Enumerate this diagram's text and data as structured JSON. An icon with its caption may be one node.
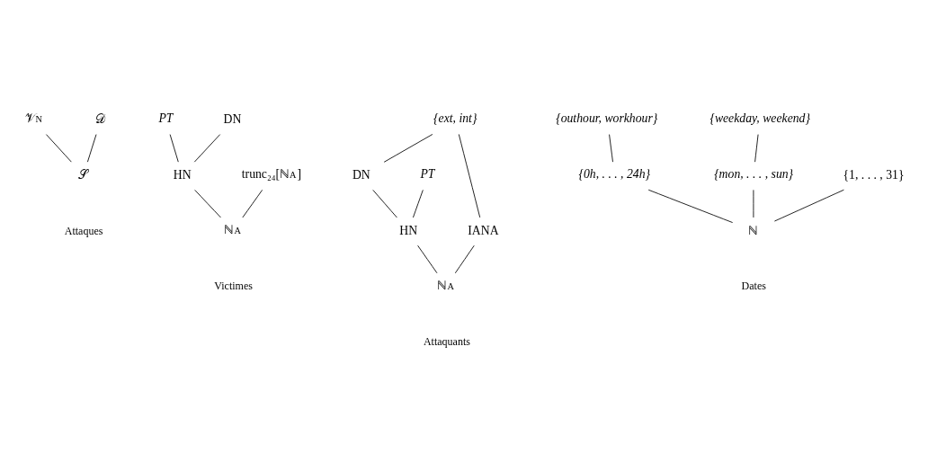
{
  "diagram": {
    "nodes": [
      {
        "text": [
          "𝒱$_{N}$"
        ]
      },
      {
        "text": [
          "𝒟"
        ]
      },
      {
        "text": [
          "𝒮"
        ]
      },
      {
        "text": [
          "PT"
        ]
      },
      {
        "text": [
          "DN"
        ]
      },
      {
        "text": [
          "trunc₂₄[ℕ$_{A}$]"
        ]
      },
      {
        "text": [
          "HN"
        ]
      },
      {
        "text": [
          "ℕ$_{A}$"
        ]
      },
      {
        "text": [
          "{ext, int}"
        ]
      },
      {
        "text": [
          "PT"
        ]
      },
      {
        "text": [
          "DN"
        ]
      },
      {
        "text": [
          "IANA"
        ]
      },
      {
        "text": [
          "HN"
        ]
      },
      {
        "text": [
          "ℕ$_{A}$"
        ]
      },
      {
        "text": [
          "{outhour, workhour}"
        ]
      },
      {
        "text": [
          "{weekday, weekend}"
        ]
      },
      {
        "text": [
          "{0h, . . . , 24h}"
        ]
      },
      {
        "text": [
          "{mon, . . . , sun}"
        ]
      },
      {
        "text": [
          "{1, . . . , 31}"
        ]
      },
      {
        "text": [
          "ℕ"
        ]
      }
    ],
    "edges": [
      {
        "from": 0,
        "to": 2,
        "arrow": "none"
      },
      {
        "from": 1,
        "to": 2,
        "arrow": "none"
      },
      {
        "from": 3,
        "to": 6,
        "arrow": "none"
      },
      {
        "from": 4,
        "to": 6,
        "arrow": "none"
      },
      {
        "from": 5,
        "to": 7,
        "arrow": "none"
      },
      {
        "from": 6,
        "to": 7,
        "arrow": "none"
      },
      {
        "from": 8,
        "to": 11,
        "arrow": "none"
      },
      {
        "from": 8,
        "to": 10,
        "arrow": "none"
      },
      {
        "from": 9,
        "to": 12,
        "arrow": "none"
      },
      {
        "from": 10,
        "to": 12,
        "arrow": "none"
      },
      {
        "from": 11,
        "to": 13,
        "arrow": "none"
      },
      {
        "from": 12,
        "to": 13,
        "arrow": "none"
      },
      {
        "from": 14,
        "to": 16,
        "arrow": "none"
      },
      {
        "from": 15,
        "to": 17,
        "arrow": "none"
      },
      {
        "from": 16,
        "to": 19,
        "arrow": "none"
      },
      {
        "from": 17,
        "to": 19,
        "arrow": "none"
      },
      {
        "from": 18,
        "to": 19,
        "arrow": "none"
      }
    ],
    "labels": [
      "Attaques",
      "Victimes",
      "Attaquants",
      "Dates"
    ]
  }
}
